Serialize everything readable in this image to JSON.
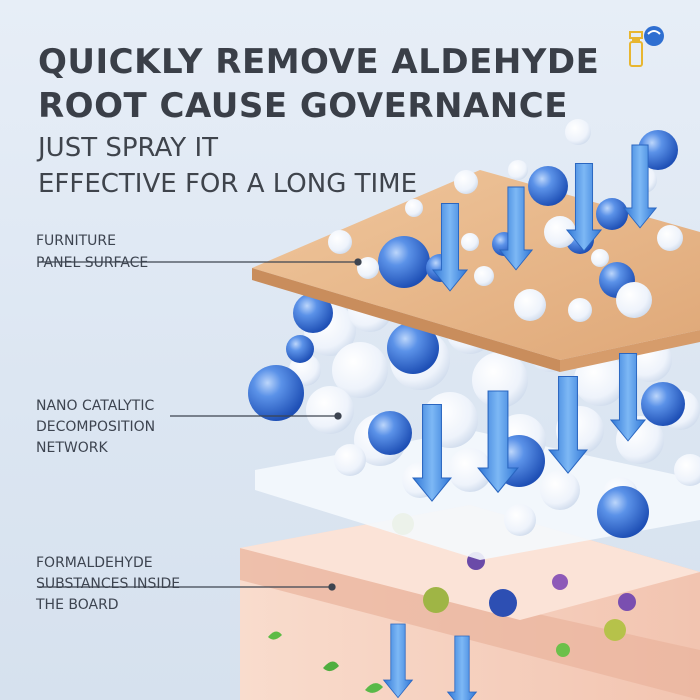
{
  "headline": {
    "line1": "QUICKLY REMOVE ALDEHYDE",
    "line2": "ROOT CAUSE GOVERNANCE",
    "line3": "JUST SPRAY IT",
    "line4": "EFFECTIVE FOR A LONG TIME"
  },
  "labels": {
    "furniture": {
      "line1": "FURNITURE",
      "line2": "PANEL SURFACE"
    },
    "nano": {
      "line1": "NANO CATALYTIC",
      "line2": "DECOMPOSITION",
      "line3": "NETWORK"
    },
    "formaldehyde": {
      "line1": "FORMALDEHYDE",
      "line2": "SUBSTANCES INSIDE",
      "line3": "THE BOARD"
    }
  },
  "brand_logo": {
    "icon": "spray-bottle-icon",
    "primary_color": "#2f6fd1",
    "accent_color": "#e8b630"
  },
  "colors": {
    "wood_panel": "#e9b98a",
    "board": "#f6d2c0",
    "sphere_blue": "#3a74d8",
    "arrow_blue": "#4a90e2",
    "text": "#3a3f48"
  }
}
